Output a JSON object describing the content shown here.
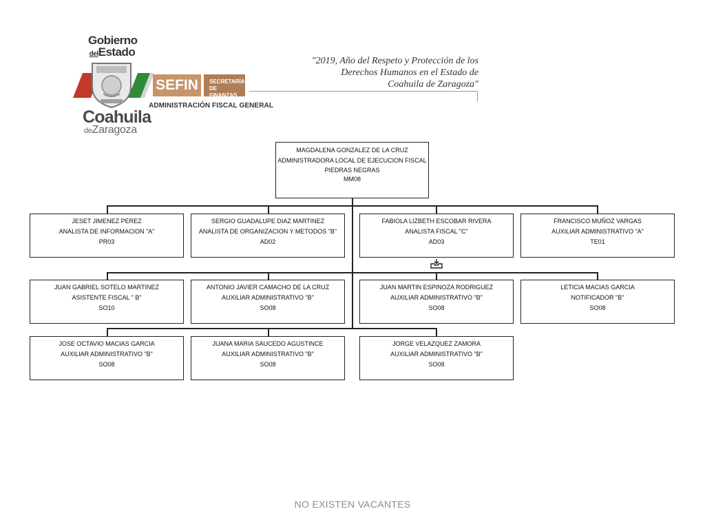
{
  "header": {
    "logo": {
      "line1": "Gobierno",
      "line2_prefix": "del",
      "line2": "Estado",
      "state": "Coahuila",
      "city_prefix": "de",
      "city": "Zaragoza"
    },
    "sefin": "SEFIN",
    "secretaria_line1": "SECRETARÍA",
    "secretaria_line2": "DE FINANZAS",
    "subtitle": "ADMINISTRACIÓN FISCAL GENERAL",
    "quote_line1": "\"2019, Año del Respeto y Protección de los",
    "quote_line2": "Derechos Humanos en el Estado de",
    "quote_line3": "Coahuila de Zaragoza\""
  },
  "org": {
    "head": {
      "name": "MAGDALENA GONZALEZ DE LA CRUZ",
      "title": "ADMINISTRADORA LOCAL DE EJECUCION FISCAL",
      "location": "PIEDRAS NEGRAS",
      "code": "MM08"
    },
    "row1": [
      {
        "name": "JESET JIMENEZ PEREZ",
        "title": "ANALISTA DE INFORMACION \"A\"",
        "code": "PR03"
      },
      {
        "name": "SERGIO GUADALUPE DIAZ MARTINEZ",
        "title": "ANALISTA DE ORGANIZACION Y METODOS \"B\"",
        "code": "AD02"
      },
      {
        "name": "FABIOLA LIZBETH ESCOBAR RIVERA",
        "title": "ANALISTA FISCAL \"C\"",
        "code": "AD03"
      },
      {
        "name": "FRANCISCO MUÑOZ VARGAS",
        "title": "AUXILIAR ADMINISTRATIVO \"A\"",
        "code": "TE01"
      }
    ],
    "row2": [
      {
        "name": "JUAN GABRIEL SOTELO MARTINEZ",
        "title": "ASISTENTE FISCAL \" B\"",
        "code": "SO10"
      },
      {
        "name": "ANTONIO JAVIER CAMACHO DE LA CRUZ",
        "title": "AUXILIAR ADMINISTRATIVO \"B\"",
        "code": "SO08"
      },
      {
        "name": "JUAN MARTIN ESPINOZA RODRIGUEZ",
        "title": "AUXILIAR ADMINISTRATIVO \"B\"",
        "code": "SO08"
      },
      {
        "name": "LETICIA MACIAS GARCIA",
        "title": "NOTIFICADOR \"B\"",
        "code": "SO08"
      }
    ],
    "row3": [
      {
        "name": "JOSE OCTAVIO MACIAS GARCIA",
        "title": "AUXILIAR ADMINISTRATIVO \"B\"",
        "code": "SO08"
      },
      {
        "name": "JUANA MARIA SAUCEDO AGUSTINCE",
        "title": "AUXILIAR ADMINISTRATIVO \"B\"",
        "code": "SO08"
      },
      {
        "name": "JORGE VELAZQUEZ ZAMORA",
        "title": "AUXILIAR ADMINISTRATIVO \"B\"",
        "code": "SO08"
      }
    ]
  },
  "footer": {
    "vacancies": "NO EXISTEN VACANTES"
  }
}
